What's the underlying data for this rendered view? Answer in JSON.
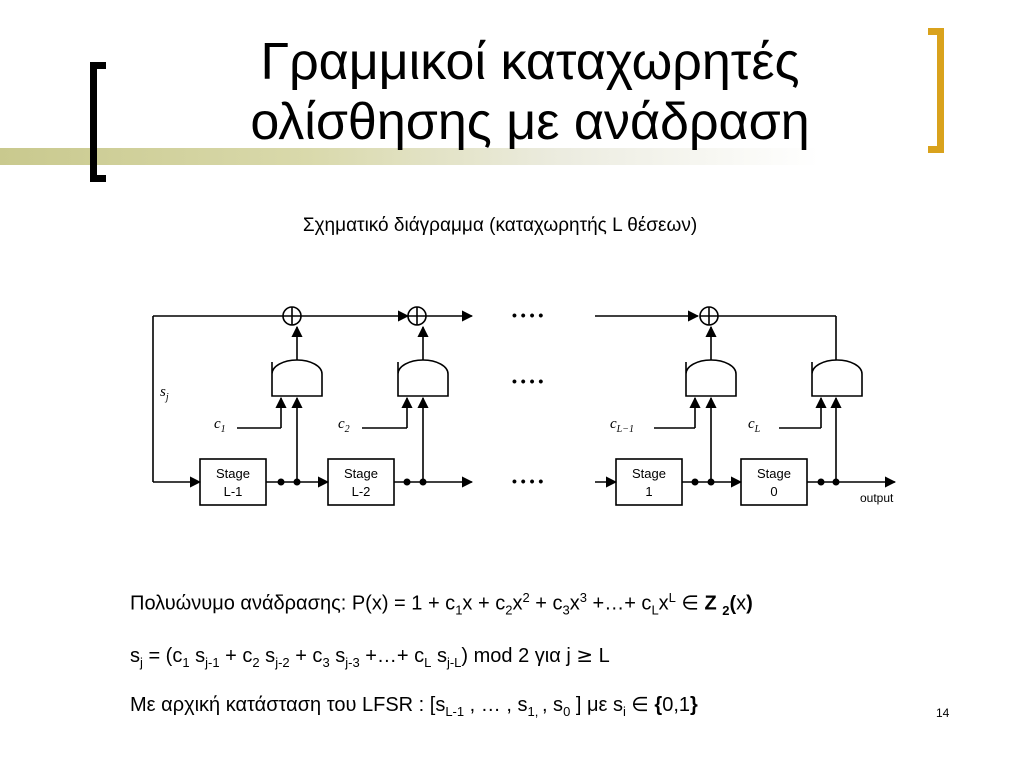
{
  "slide": {
    "title_line1": "Γραμμικοί καταχωρητές",
    "title_line2": "ολίσθησης με ανάδραση",
    "subtitle": "Σχηματικό διάγραμμα (καταχωρητής L θέσεων)",
    "page_number": "14",
    "accent_color": "#d9a21c",
    "bar_color": "#c9c98e"
  },
  "diagram": {
    "stages": [
      {
        "name": "Stage",
        "index": "L-1"
      },
      {
        "name": "Stage",
        "index": "L-2"
      },
      {
        "name": "Stage",
        "index": "1"
      },
      {
        "name": "Stage",
        "index": "0"
      }
    ],
    "coefficients": [
      {
        "base": "c",
        "sub": "1"
      },
      {
        "base": "c",
        "sub": "2"
      },
      {
        "base": "c",
        "sub": "L−1"
      },
      {
        "base": "c",
        "sub": "L"
      }
    ],
    "feedback_label": {
      "base": "s",
      "sub": "j"
    },
    "output_label": "output",
    "ellipsis": "• • • •"
  },
  "formulas": {
    "poly_prefix": "Πολυώνυμο ανάδρασης: P(x) = 1 + c",
    "sj_lhs": "s",
    "init_prefix": "Με αρχική κατάσταση του LFSR : [s"
  }
}
